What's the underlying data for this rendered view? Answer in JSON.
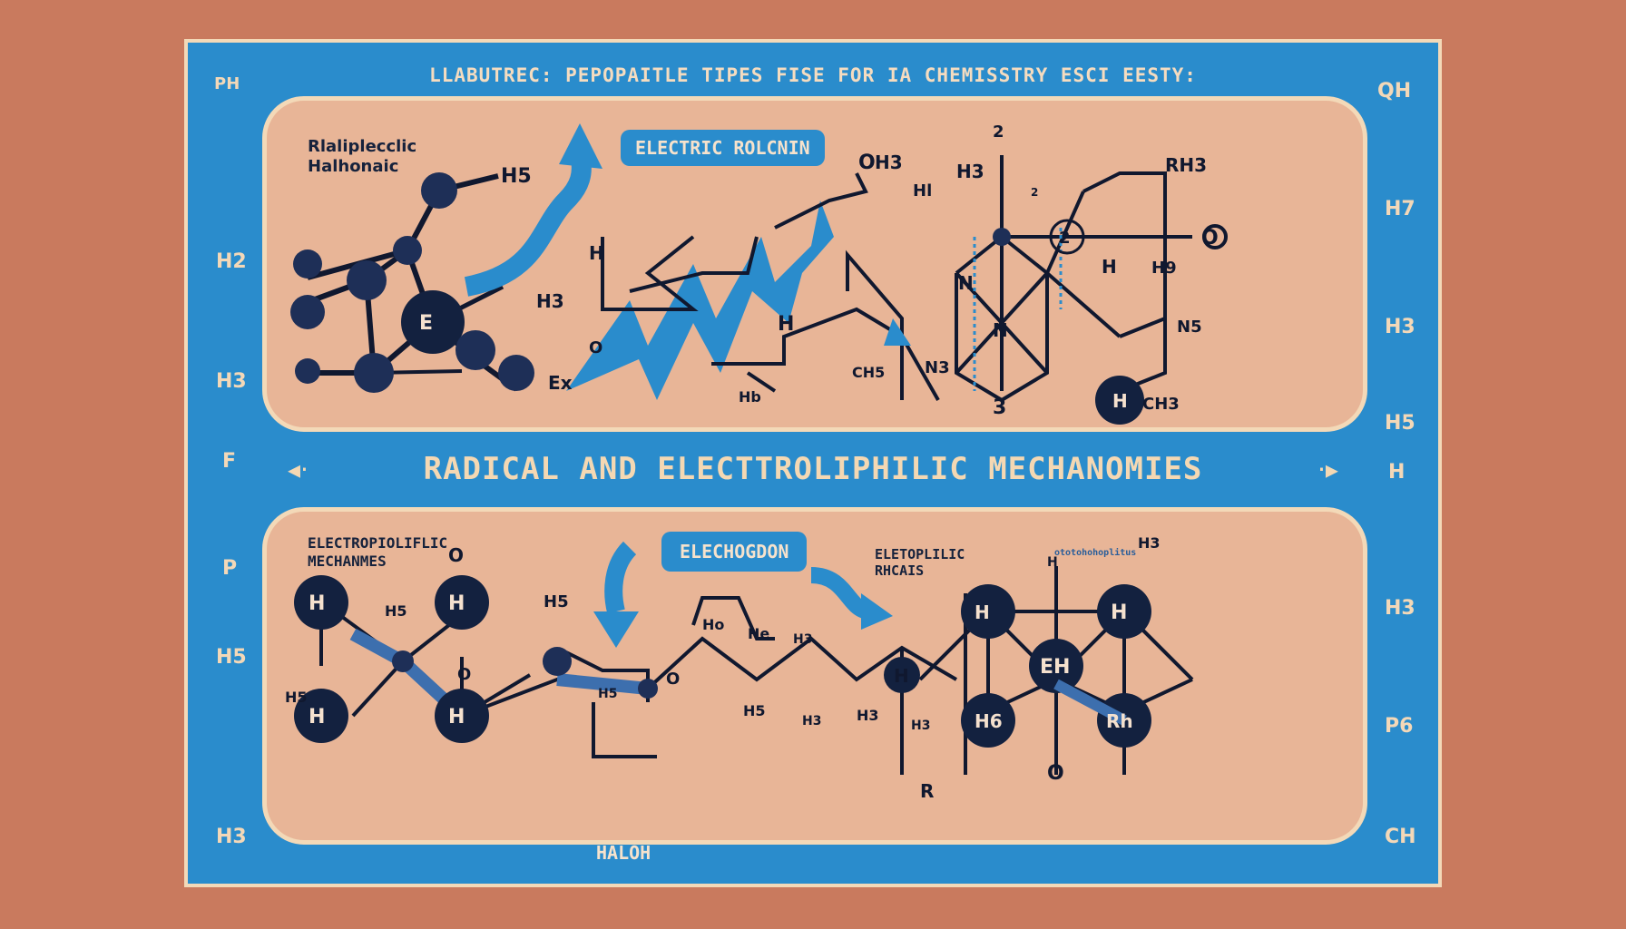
{
  "header": "LLABUTREC: PEPOPAITLE TIPES FISE FOR IA CHEMISSTRY ESCI EESTY:",
  "main_title": "RADICAL AND ELECTTROLIPHILIC MECHANOMIES",
  "top_panel": {
    "label_line1": "Rlaliplecclic",
    "label_line2": "Halhonaic",
    "pill": "ELECTRIC ROLCNIN"
  },
  "bottom_panel": {
    "label_line1": "ELECTROPIOLIFLIC",
    "label_line2": "MECHANMES",
    "pill": "ELECHOGDON",
    "right_label_line1": "ELETOPLILIC",
    "right_label_line2": "RHCAIS",
    "small_label": "ototohohoplitus"
  },
  "left_side_labels": [
    "PH",
    "H2",
    "H3",
    "F",
    "P",
    "H5",
    "H3"
  ],
  "right_side_labels": [
    "QH",
    "H7",
    "H3",
    "H5",
    "H",
    "H3",
    "P6",
    "CH"
  ],
  "footer": "HALOH",
  "top_chem_labels": [
    "H5",
    "E",
    "H3",
    "Ex",
    "H",
    "O",
    "H3",
    "H",
    "CH5",
    "Hb",
    "O",
    "2",
    "2",
    "2",
    "RH3",
    "Hl",
    "H3",
    "N",
    "H",
    "H9",
    "N5",
    "N",
    "N3",
    "3",
    "H",
    "CH3",
    "O"
  ],
  "bottom_chem_labels": [
    "H",
    "H5",
    "H",
    "O",
    "H5",
    "H",
    "H",
    "Ho",
    "He",
    "H3",
    "H5",
    "H3",
    "O",
    "H",
    "H5",
    "H",
    "H6",
    "H",
    "EH",
    "H",
    "Rh",
    "O",
    "R",
    "O",
    "H3",
    "H3",
    "H5",
    "H3"
  ],
  "colors": {
    "background": "#c97a5e",
    "poster_blue": "#2a8ccc",
    "panel_peach": "#e8b597",
    "cream": "#f3d9b8",
    "navy": "#16223c"
  }
}
